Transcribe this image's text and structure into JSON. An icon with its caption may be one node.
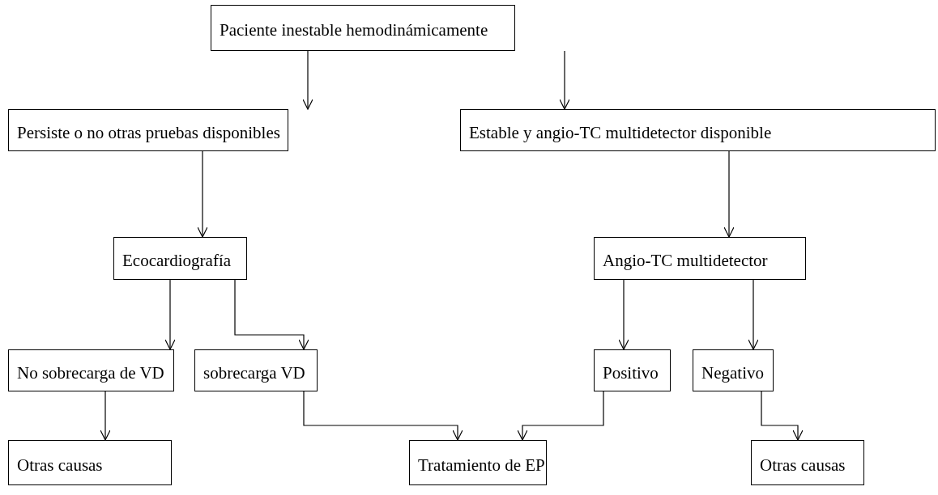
{
  "diagram": {
    "nodes": [
      {
        "text": [
          "Paciente inestable hemodinámicamente"
        ]
      },
      {
        "text": [
          "Persiste o no otras pruebas disponibles"
        ]
      },
      {
        "text": [
          "Estable y angio-TC multidetector disponible"
        ]
      },
      {
        "text": [
          "Ecocardiografía"
        ]
      },
      {
        "text": [
          "Angio-TC multidetector"
        ]
      },
      {
        "text": [
          "No sobrecarga de VD"
        ]
      },
      {
        "text": [
          "sobrecarga VD"
        ]
      },
      {
        "text": [
          "Positivo"
        ]
      },
      {
        "text": [
          "Negativo"
        ]
      },
      {
        "text": [
          "Otras causas"
        ]
      },
      {
        "text": [
          "Tratamiento de EP"
        ]
      },
      {
        "text": [
          "Otras causas"
        ]
      }
    ],
    "edges": [
      {
        "from": 0,
        "to": 1,
        "arrow": "to"
      },
      {
        "from": 0,
        "to": 2,
        "arrow": "to"
      },
      {
        "from": 1,
        "to": 3,
        "arrow": "to"
      },
      {
        "from": 2,
        "to": 4,
        "arrow": "to"
      },
      {
        "from": 3,
        "to": 5,
        "arrow": "to"
      },
      {
        "from": 3,
        "to": 6,
        "arrow": "to"
      },
      {
        "from": 4,
        "to": 7,
        "arrow": "to"
      },
      {
        "from": 4,
        "to": 8,
        "arrow": "to"
      },
      {
        "from": 5,
        "to": 9,
        "arrow": "to"
      },
      {
        "from": 6,
        "to": 10,
        "arrow": "to"
      },
      {
        "from": 7,
        "to": 10,
        "arrow": "to"
      },
      {
        "from": 8,
        "to": 11,
        "arrow": "to"
      }
    ]
  }
}
